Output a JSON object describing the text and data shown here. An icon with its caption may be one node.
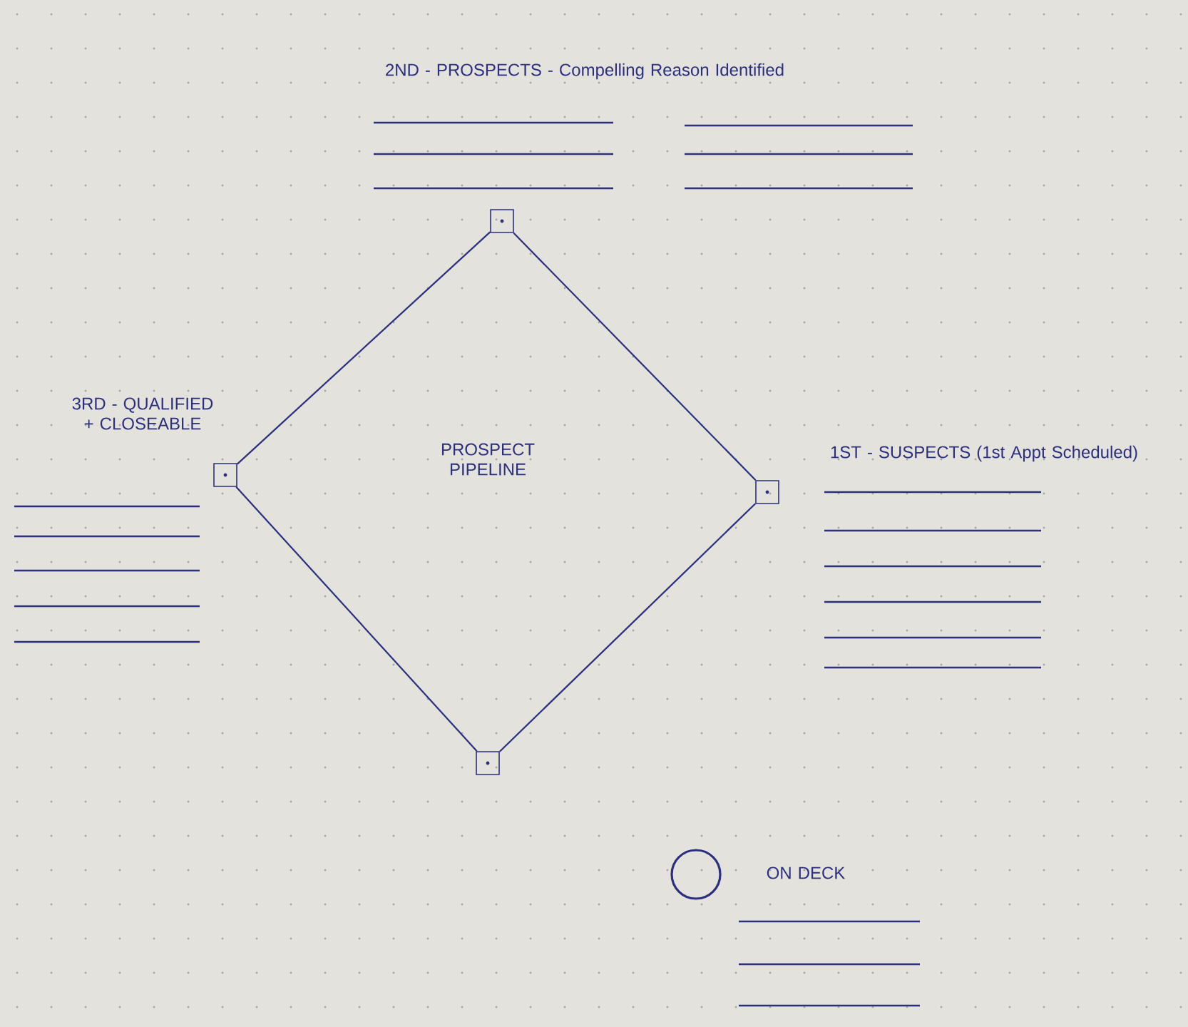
{
  "diagram": {
    "nodes": [
      {
        "text": [],
        "shape": "box"
      },
      {
        "text": [],
        "shape": "box"
      },
      {
        "text": [],
        "shape": "box"
      },
      {
        "text": [],
        "shape": "box"
      },
      {
        "text": [],
        "shape": "circle"
      }
    ],
    "edges": [
      {
        "from": 2,
        "to": 0,
        "arrow": "none"
      },
      {
        "from": 0,
        "to": 1,
        "arrow": "none"
      },
      {
        "from": 1,
        "to": 3,
        "arrow": "none"
      },
      {
        "from": 3,
        "to": 2,
        "arrow": "none"
      }
    ],
    "labels": [
      "2ND - PROSPECTS - Compelling Reason Identified",
      "3RD - QUALIFIED + CLOSEABLE",
      "PROSPECT PIPELINE",
      "1ST - SUSPECTS (1st Appt Scheduled)",
      "ON DECK"
    ]
  }
}
